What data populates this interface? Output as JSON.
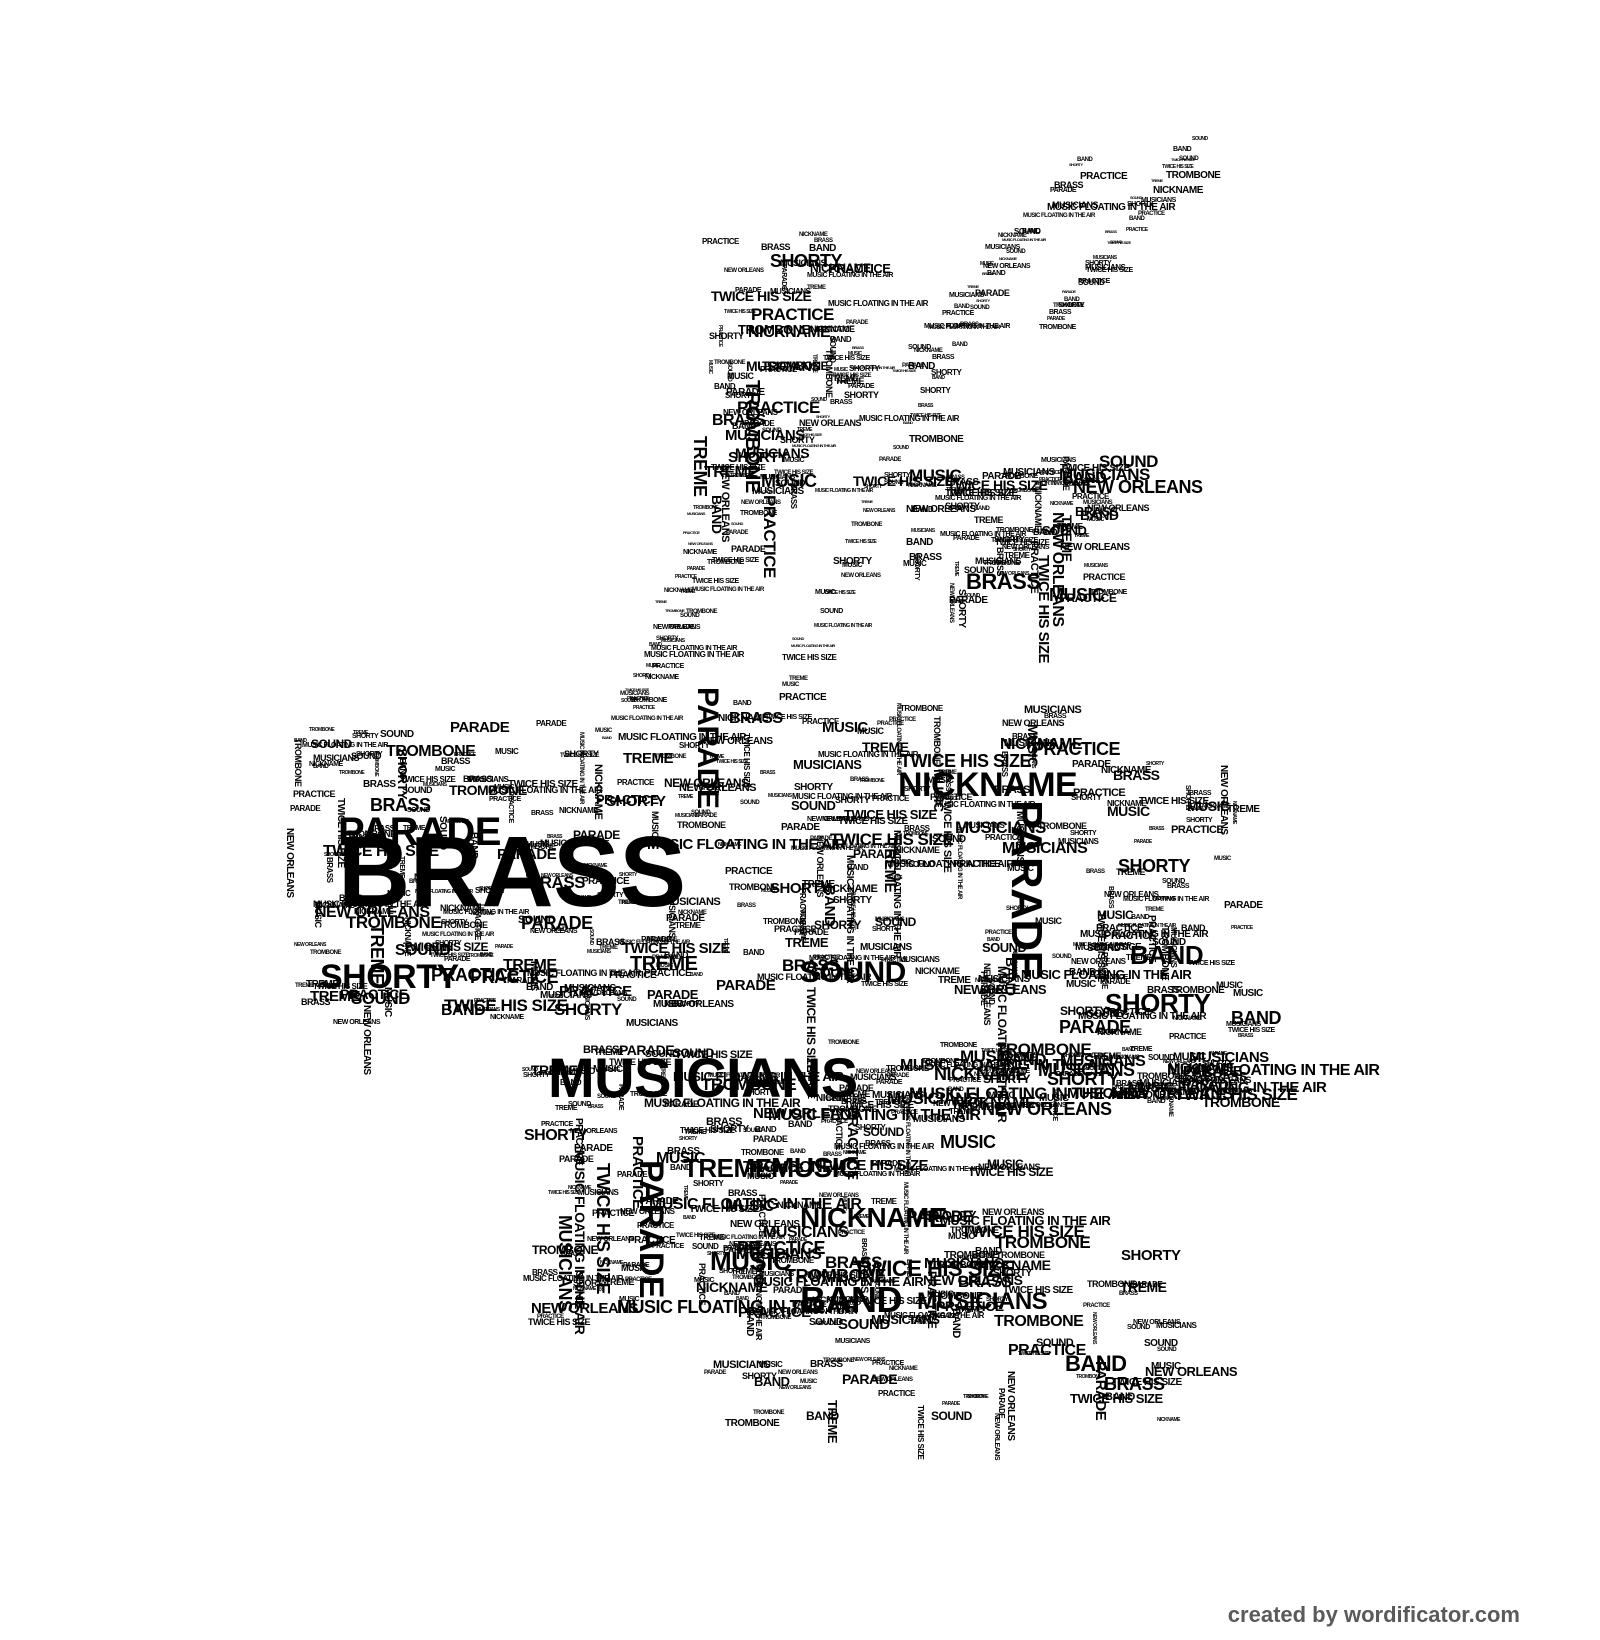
{
  "words": [
    "BRASS",
    "MUSICIANS",
    "NICKNAME",
    "PARADE",
    "SHORTY",
    "BAND",
    "SOUND",
    "MUSIC",
    "TREME",
    "TROMBONE",
    "PRACTICE",
    "TWICE HIS SIZE",
    "NEW ORLEANS",
    "MUSIC FLOATING IN THE AIR"
  ],
  "credit": "created by wordificator.com"
}
